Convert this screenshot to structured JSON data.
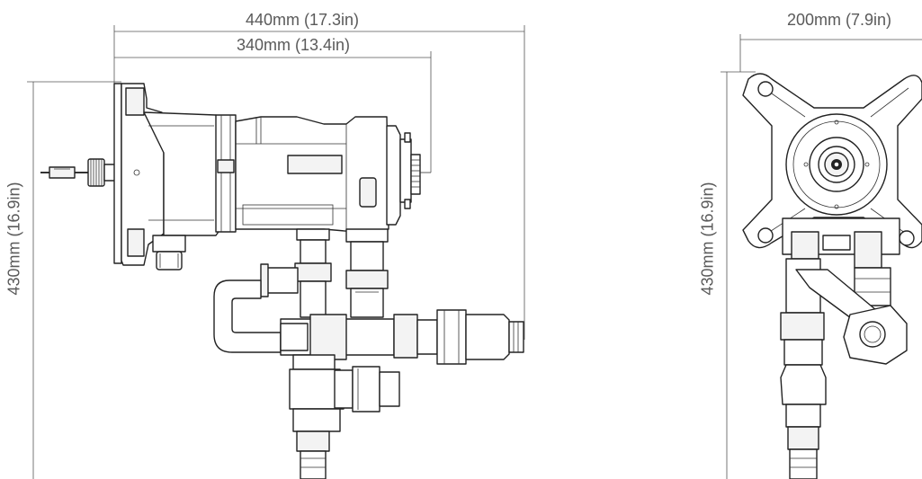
{
  "dimensions": {
    "side_width_overall": "440mm (17.3in)",
    "side_width_body": "340mm (13.4in)",
    "side_height": "430mm (16.9in)",
    "front_width": "200mm (7.9in)",
    "front_height": "430mm (16.9in)"
  },
  "colors": {
    "line": "#222222",
    "dimension": "#555555",
    "text": "#5a5a5a"
  }
}
